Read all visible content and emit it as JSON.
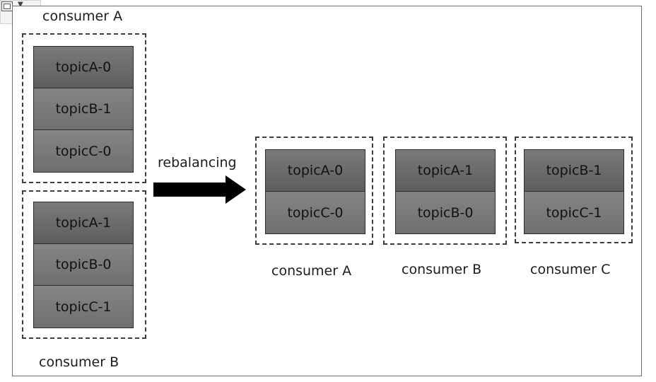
{
  "before": {
    "consumer_a": {
      "name": "consumer A",
      "partitions": [
        "topicA-0",
        "topicB-1",
        "topicC-0"
      ]
    },
    "consumer_b": {
      "name": "consumer B",
      "partitions": [
        "topicA-1",
        "topicB-0",
        "topicC-1"
      ]
    }
  },
  "transition": {
    "label": "rebalancing"
  },
  "after": {
    "consumer_a": {
      "name": "consumer A",
      "partitions": [
        "topicA-0",
        "topicC-0"
      ]
    },
    "consumer_b": {
      "name": "consumer B",
      "partitions": [
        "topicA-1",
        "topicB-0"
      ]
    },
    "consumer_c": {
      "name": "consumer C",
      "partitions": [
        "topicB-1",
        "topicC-1"
      ]
    }
  }
}
